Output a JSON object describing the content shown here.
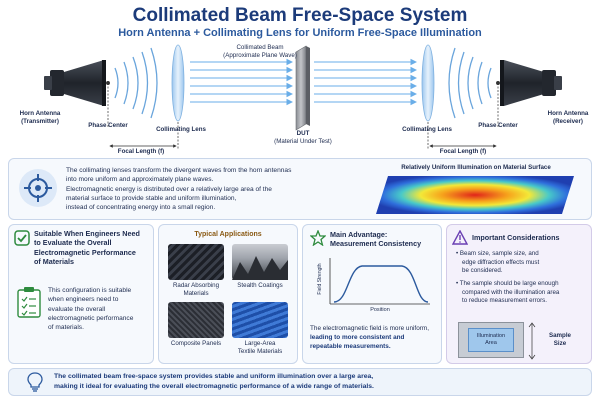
{
  "header": {
    "title": "Collimated Beam Free-Space System",
    "subtitle": "Horn Antenna + Collimating Lens for Uniform Free-Space Illumination"
  },
  "diagram": {
    "beam_label": "Collimated Beam",
    "beam_sublabel": "(Approximate Plane Wave)",
    "tx_label": "Horn Antenna",
    "tx_sublabel": "(Transmitter)",
    "rx_label": "Horn Antenna",
    "rx_sublabel": "(Receiver)",
    "phase_center_left": "Phase Center",
    "phase_center_right": "Phase Center",
    "lens_left": "Collimating Lens",
    "lens_right": "Collimating Lens",
    "dut_label": "DUT",
    "dut_sublabel": "(Material Under Test)",
    "focal_left": "Focal Length (f)",
    "focal_right": "Focal Length (f)",
    "colors": {
      "horn": "#2b2f36",
      "lens": "#bcd7f2",
      "wave": "#5b9bd5",
      "arrow": "#6aaee8"
    }
  },
  "explain": {
    "line1": "The collimating lenses transform the divergent waves from the horn antennas",
    "line2": "into more uniform and approximately plane waves.",
    "line3": "Electromagnetic energy is distributed over a relatively large area of the",
    "line4": "material surface to provide stable and uniform illumination,",
    "line5": "instead of concentrating energy into a small region.",
    "heatmap_title": "Relatively Uniform Illumination on Material Surface"
  },
  "suitable": {
    "title1": "Suitable When Engineers Need",
    "title2": "to Evaluate the Overall",
    "title3": "Electromagnetic Performance",
    "title4": "of Materials",
    "body1": "This configuration is suitable",
    "body2": "when engineers need to",
    "body3": "evaluate the overall",
    "body4": "electromagnetic performance",
    "body5": "of materials."
  },
  "applications": {
    "title": "Typical Applications",
    "items": [
      {
        "line1": "Radar Absorbing",
        "line2": "Materials"
      },
      {
        "line1": "Stealth Coatings",
        "line2": ""
      },
      {
        "line1": "Composite Panels",
        "line2": ""
      },
      {
        "line1": "Large-Area",
        "line2": "Textile Materials"
      }
    ]
  },
  "advantage": {
    "title1": "Main Advantage:",
    "title2": "Measurement Consistency",
    "ylabel": "Field Strength",
    "xlabel": "Position",
    "body1": "The electromagnetic field is more uniform,",
    "body2": "leading to more consistent and",
    "body3": "repeatable measurements."
  },
  "considerations": {
    "title": "Important Considerations",
    "b1_1": "Beam size, sample size, and",
    "b1_2": "edge diffraction effects must",
    "b1_3": "be considered.",
    "b2_1": "The sample should be large enough",
    "b2_2": "compared with the illumination area",
    "b2_3": "to reduce measurement errors.",
    "illum1": "Illumination",
    "illum2": "Area",
    "sample1": "Sample",
    "sample2": "Size"
  },
  "footer": {
    "line1": "The collimated beam free-space system provides stable and uniform illumination over a large area,",
    "line2": "making it ideal for evaluating the overall electromagnetic performance of a wide range of materials."
  }
}
